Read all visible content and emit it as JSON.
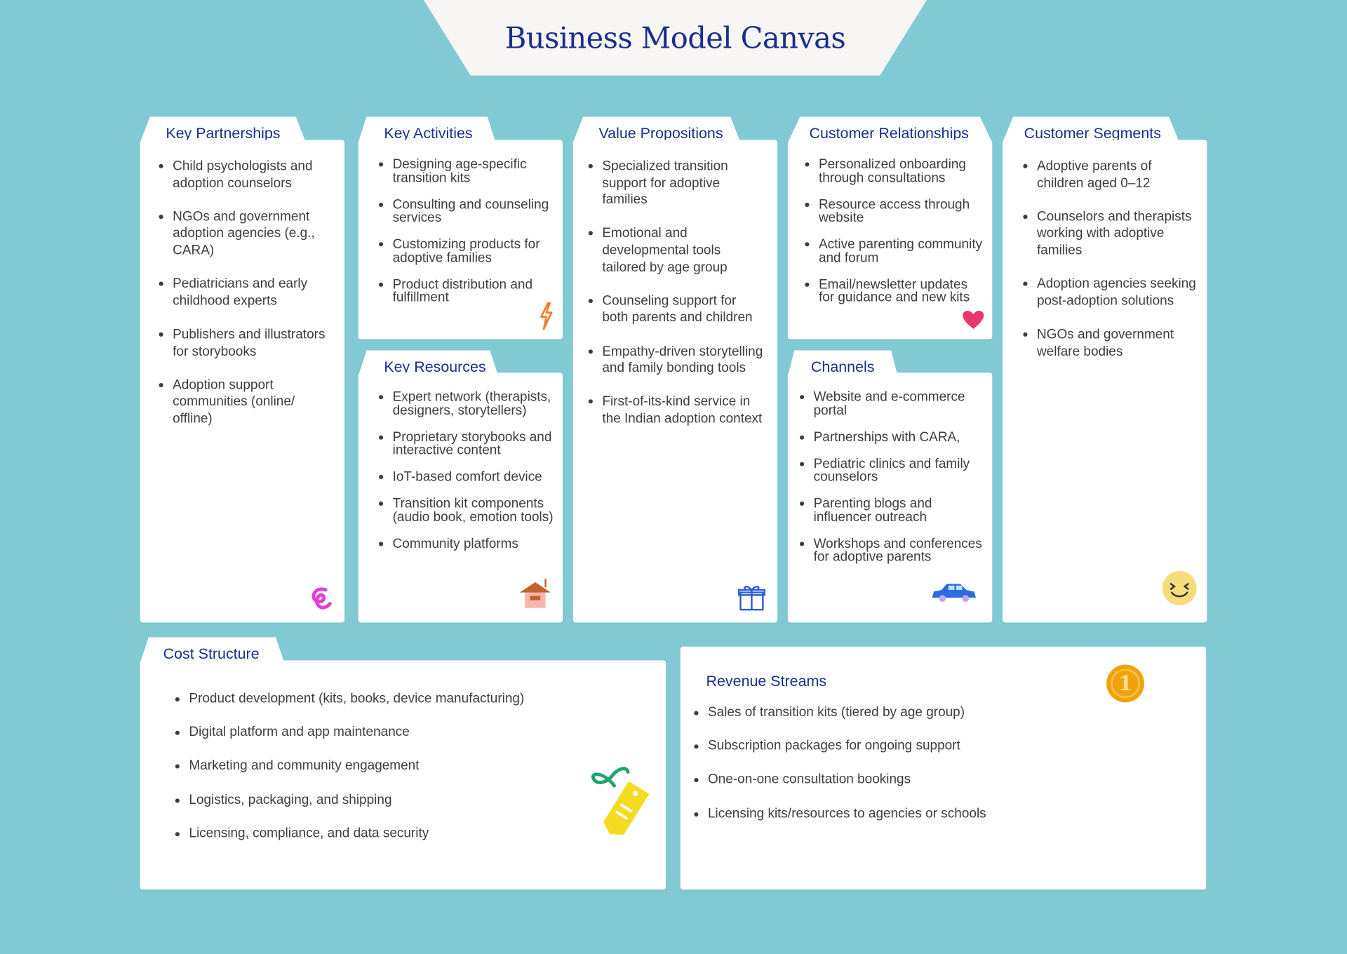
{
  "title": "Business Model Canvas",
  "colors": {
    "background": "#82cad3",
    "card": "#ffffff",
    "heading": "#1a2f8c",
    "text": "#3d3d3d"
  },
  "key_partnerships": {
    "title": "Key Partnerships",
    "icon": "swirl-icon",
    "items": [
      "Child psychologists and adoption counselors",
      "NGOs and government adoption agencies (e.g., CARA)",
      "Pediatricians and early childhood experts",
      "Publishers and illustrators for storybooks",
      "Adoption support communities (online/ offline)"
    ]
  },
  "key_activities": {
    "title": "Key Activities",
    "icon": "lightning-icon",
    "items": [
      "Designing age-specific transition kits",
      "Consulting and counseling services",
      "Customizing products for adoptive families",
      "Product distribution and fulfillment"
    ]
  },
  "key_resources": {
    "title": "Key Resources",
    "icon": "house-icon",
    "items": [
      "Expert network (therapists, designers, storytellers)",
      "Proprietary storybooks and interactive content",
      "IoT-based comfort device",
      "Transition kit components (audio book, emotion tools)",
      "Community platforms"
    ]
  },
  "value_propositions": {
    "title": "Value Propositions",
    "icon": "gift-icon",
    "items": [
      "Specialized transition support for adoptive families",
      "Emotional and developmental tools tailored by age group",
      "Counseling support for both parents and children",
      "Empathy-driven storytelling and family bonding tools",
      "First-of-its-kind service in the Indian adoption context"
    ]
  },
  "customer_relationships": {
    "title": "Customer Relationships",
    "icon": "heart-icon",
    "items": [
      "Personalized onboarding through consultations",
      "Resource access through website",
      "Active parenting community and forum",
      "Email/newsletter updates for guidance and new kits"
    ]
  },
  "channels": {
    "title": "Channels",
    "icon": "car-icon",
    "items": [
      "Website and e-commerce portal",
      "Partnerships with CARA,",
      "Pediatric clinics and family counselors",
      "Parenting blogs and influencer outreach",
      "Workshops and conferences for adoptive parents"
    ]
  },
  "customer_segments": {
    "title": "Customer Segments",
    "icon": "smiley-icon",
    "items": [
      "Adoptive parents of children aged 0–12",
      "Counselors and therapists working with adoptive families",
      "Adoption agencies seeking post-adoption solutions",
      "NGOs and government welfare bodies"
    ]
  },
  "cost_structure": {
    "title": "Cost Structure",
    "icon": "price-tag-icon",
    "items": [
      "Product development (kits, books, device manufacturing)",
      "Digital platform and app maintenance",
      "Marketing and community engagement",
      "Logistics, packaging, and shipping",
      "Licensing, compliance, and data security"
    ]
  },
  "revenue_streams": {
    "title": "Revenue Streams",
    "icon": "coin-icon",
    "coin_text": "1",
    "items": [
      "Sales of transition kits (tiered by age group)",
      "Subscription packages for ongoing support",
      "One-on-one consultation bookings",
      "Licensing kits/resources to agencies or schools"
    ]
  }
}
